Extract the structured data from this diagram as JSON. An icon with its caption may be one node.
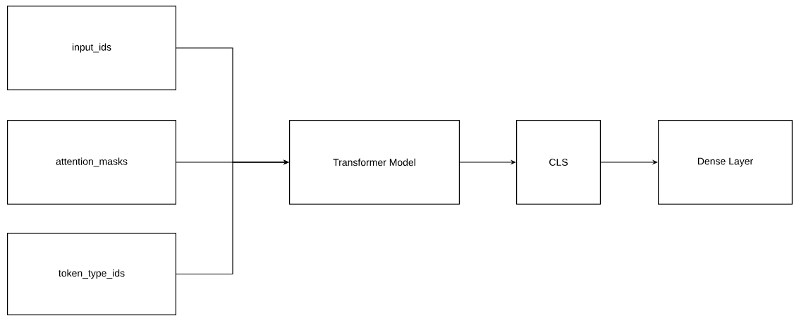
{
  "diagram": {
    "nodes": [
      {
        "text": [
          "input_ids"
        ]
      },
      {
        "text": [
          "attention_masks"
        ]
      },
      {
        "text": [
          "token_type_ids"
        ]
      },
      {
        "text": [
          "Transformer Model"
        ]
      },
      {
        "text": [
          "CLS"
        ]
      },
      {
        "text": [
          "Dense Layer"
        ]
      }
    ],
    "edges": [
      {
        "from": 0,
        "to": 3,
        "arrow": "to"
      },
      {
        "from": 1,
        "to": 3,
        "arrow": "to"
      },
      {
        "from": 2,
        "to": 3,
        "arrow": "to"
      },
      {
        "from": 3,
        "to": 4,
        "arrow": "to"
      },
      {
        "from": 4,
        "to": 5,
        "arrow": "to"
      }
    ]
  }
}
